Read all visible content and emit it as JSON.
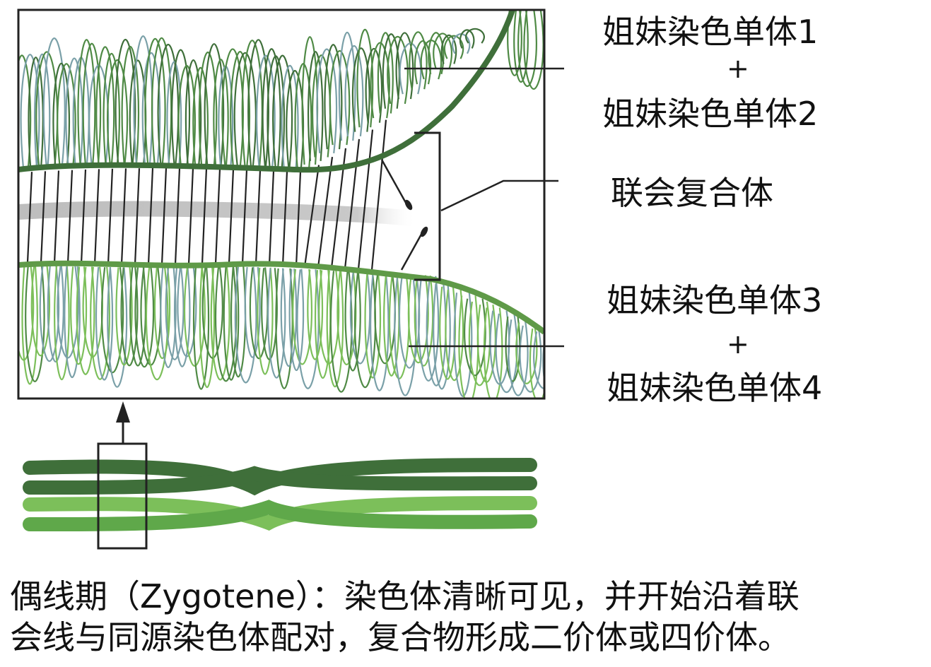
{
  "labels": {
    "chromatid_1": "姐妹染色单体1",
    "plus_top": "+",
    "chromatid_2": "姐妹染色单体2",
    "synaptonemal_complex": "联会复合体",
    "chromatid_3": "姐妹染色单体3",
    "plus_bottom": "+",
    "chromatid_4": "姐妹染色单体4"
  },
  "caption": {
    "line1": "偶线期（Zygotene）：染色体清晰可见，并开始沿着联",
    "line2": "会线与同源染色体配对，复合物形成二价体或四价体。"
  },
  "colors": {
    "dark_green": "#3f6f3a",
    "mid_green": "#4f8a45",
    "light_green": "#7cbf5a",
    "loop_blue": "#7aa0a8",
    "frame": "#222222"
  }
}
